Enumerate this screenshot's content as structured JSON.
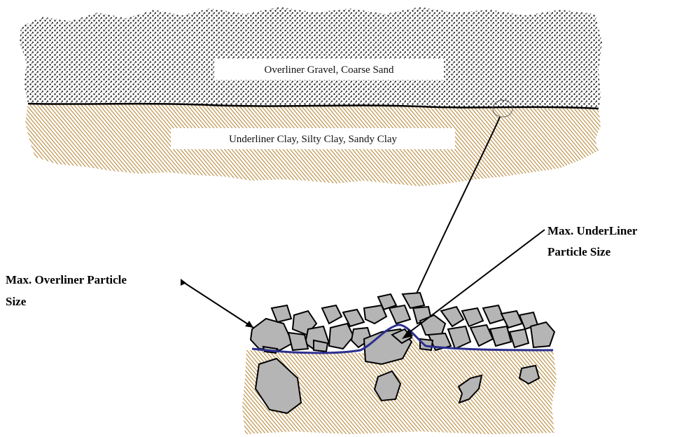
{
  "top_section": {
    "overliner_label": "Overliner Gravel, Coarse Sand",
    "underliner_label": "Underliner Clay, Silty Clay, Sandy Clay"
  },
  "callouts": {
    "overliner_particle": {
      "line1": "Max. Overliner Particle",
      "line2": "Size"
    },
    "underliner_particle": {
      "line1": "Max. UnderLiner",
      "line2": "Particle Size"
    }
  },
  "colors": {
    "gravel_dot": "#000000",
    "clay_hatch": "#b8893a",
    "liner": "#2b2f8f",
    "rock_fill": "#b5b5b5"
  }
}
